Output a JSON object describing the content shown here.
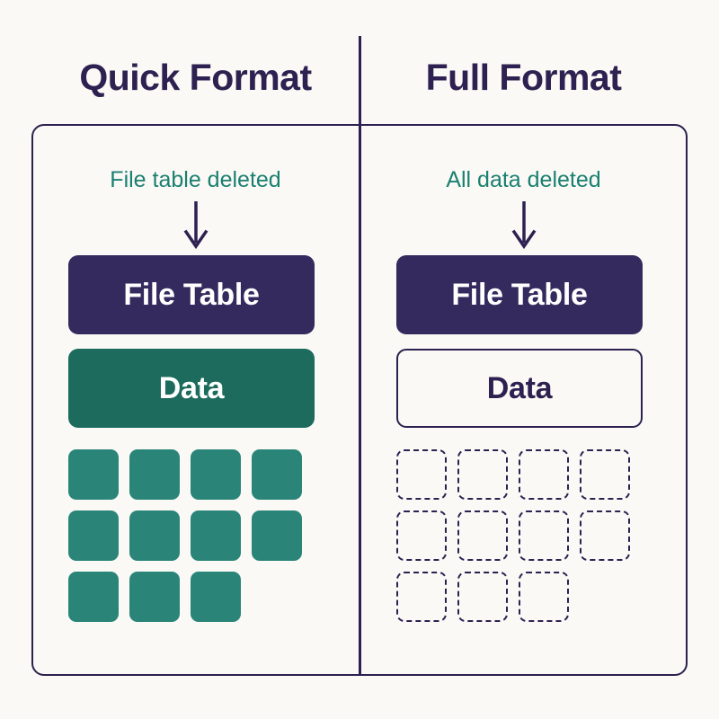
{
  "diagram": {
    "background_color": "#FAF9F5",
    "accent_navy": "#2C2150",
    "accent_teal": "#1B8071",
    "panels": [
      {
        "id": "quick",
        "title": "Quick Format",
        "caption": "File table deleted",
        "arrow_icon": "down-arrow-icon",
        "bars": [
          {
            "label": "File Table",
            "style": "solid-purple",
            "color": "#342A5E",
            "text_color": "#FFFFFF"
          },
          {
            "label": "Data",
            "style": "solid-teal",
            "color": "#1C6B5C",
            "text_color": "#FFFFFF"
          }
        ],
        "grid": {
          "style": "filled",
          "cell_color": "#2A8578",
          "rows": [
            4,
            4,
            3
          ],
          "total_cells": 11
        }
      },
      {
        "id": "full",
        "title": "Full Format",
        "caption": "All data deleted",
        "arrow_icon": "down-arrow-icon",
        "bars": [
          {
            "label": "File Table",
            "style": "solid-purple",
            "color": "#342A5E",
            "text_color": "#FFFFFF"
          },
          {
            "label": "Data",
            "style": "outline",
            "color": "transparent",
            "text_color": "#2C2150"
          }
        ],
        "grid": {
          "style": "dashed-outline",
          "cell_color": "transparent",
          "rows": [
            4,
            4,
            3
          ],
          "total_cells": 11
        }
      }
    ]
  }
}
